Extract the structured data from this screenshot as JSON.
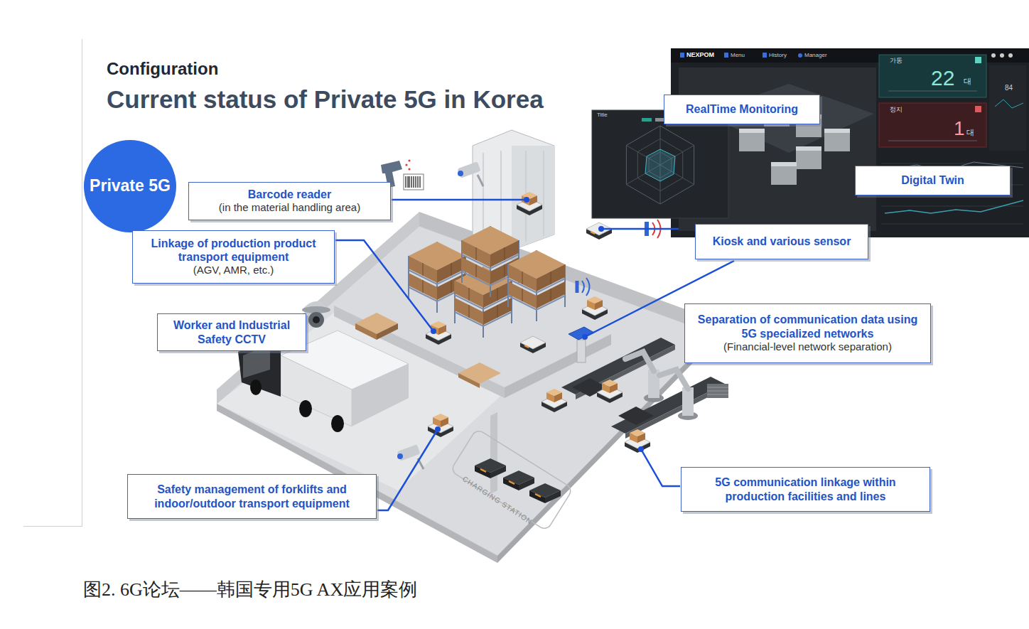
{
  "diagram": {
    "title": "Current status of Private 5G in Korea",
    "caption": "图2. 6G论坛——韩国专用5G AX应用案例",
    "nodes": [
      {
        "text": [
          "Private 5G"
        ]
      },
      {
        "text": [
          "Barcode reader",
          "(in the material handling area)"
        ]
      },
      {
        "text": [
          "Linkage of production product transport equipment",
          "(AGV, AMR, etc.)"
        ]
      },
      {
        "text": [
          "Worker and Industrial Safety CCTV"
        ]
      },
      {
        "text": [
          "Safety management of forklifts and indoor/outdoor transport equipment"
        ]
      },
      {
        "text": [
          "RealTime Monitoring"
        ]
      },
      {
        "text": [
          "Digital Twin"
        ]
      },
      {
        "text": [
          "Kiosk and various sensor"
        ]
      },
      {
        "text": [
          "Separation of communication data using 5G specialized networks",
          "(Financial-level network separation)"
        ]
      },
      {
        "text": [
          "5G communication linkage within production facilities and lines"
        ]
      }
    ],
    "labels": [
      "Configuration",
      "NEXPOM",
      "Menu",
      "History",
      "Manager",
      "가동",
      "22",
      "대",
      "84",
      "정지",
      "1",
      "대",
      "Title",
      "CHARGING STATION"
    ]
  }
}
